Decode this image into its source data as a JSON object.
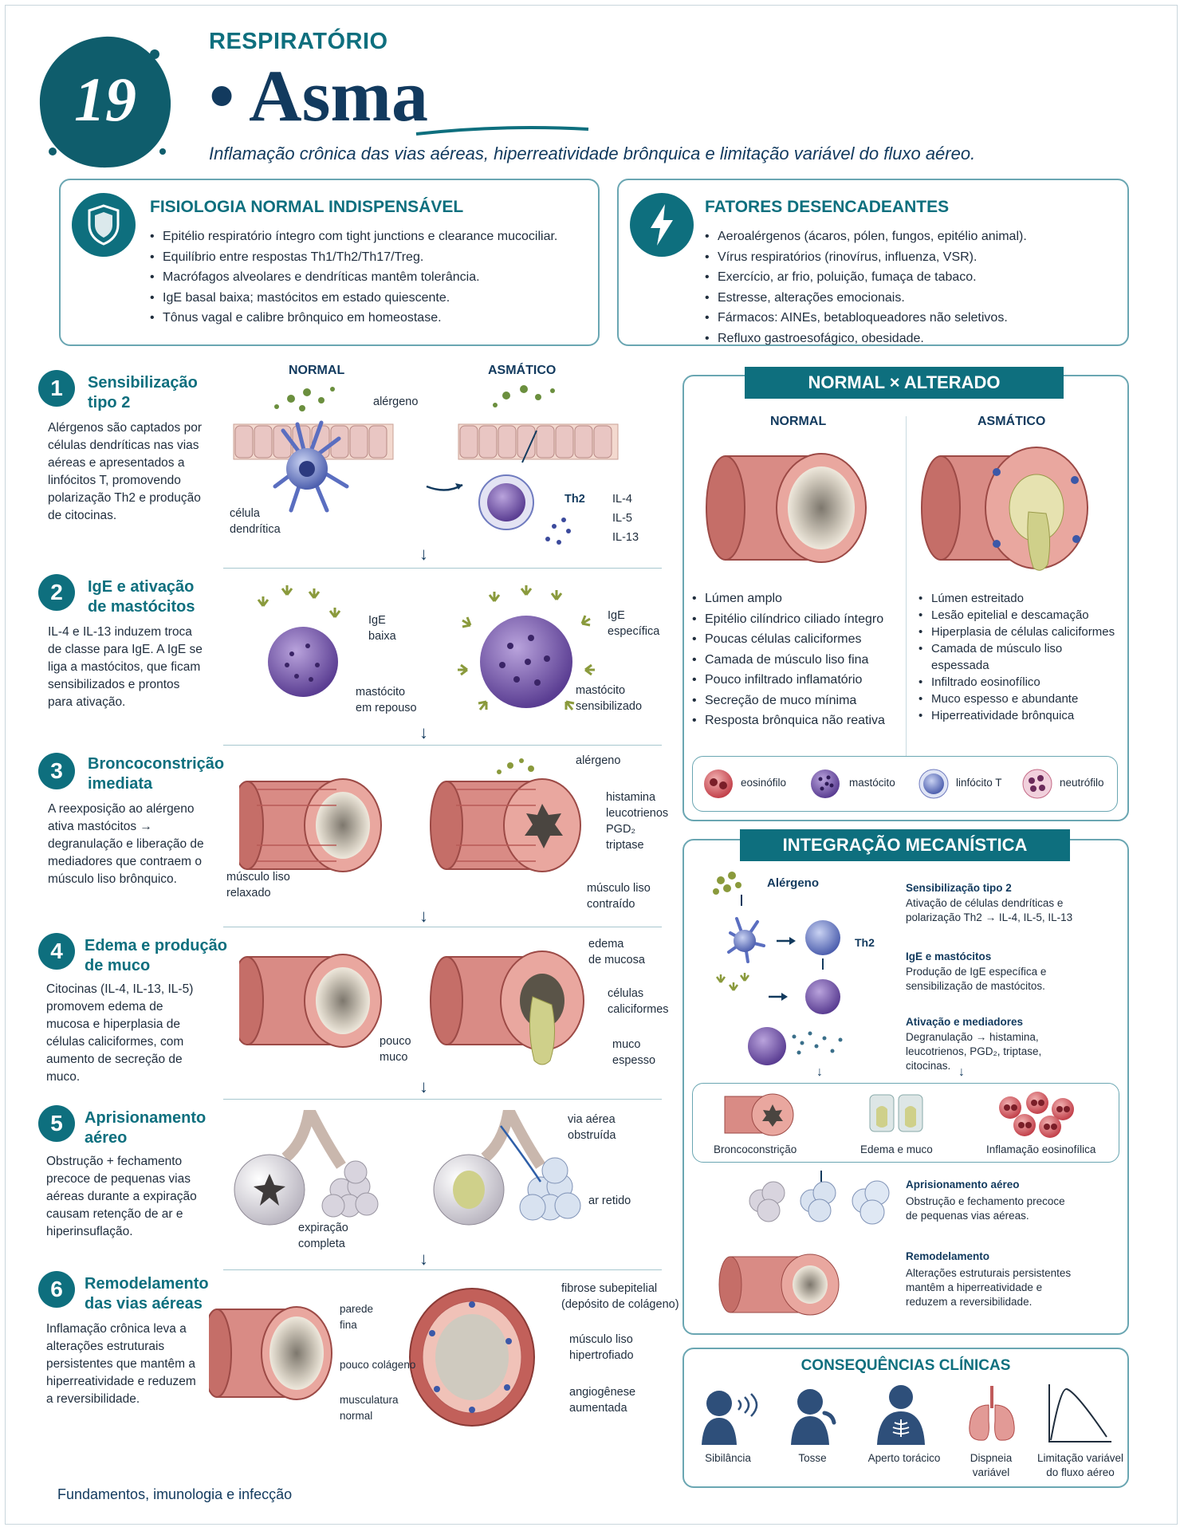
{
  "header": {
    "number": "19",
    "kicker": "RESPIRATÓRIO",
    "title": "• Asma",
    "subtitle": "Inflamação crônica das vias aéreas, hiperreatividade brônquica e limitação variável do fluxo aéreo."
  },
  "fisiologia": {
    "title": "FISIOLOGIA NORMAL INDISPENSÁVEL",
    "icon": "shield-icon",
    "items": [
      "Epitélio respiratório íntegro com tight junctions e clearance mucociliar.",
      "Equilíbrio entre respostas Th1/Th2/Th17/Treg.",
      "Macrófagos alveolares e dendríticas mantêm tolerância.",
      "IgE basal baixa; mastócitos em estado quiescente.",
      "Tônus vagal e calibre brônquico em homeostase."
    ]
  },
  "fatores": {
    "title": "FATORES DESENCADEANTES",
    "icon": "lightning-icon",
    "items": [
      "Aeroalérgenos (ácaros, pólen, fungos, epitélio animal).",
      "Vírus respiratórios (rinovírus, influenza, VSR).",
      "Exercício, ar frio, poluição, fumaça de tabaco.",
      "Estresse, alterações emocionais.",
      "Fármacos: AINEs, betabloqueadores não seletivos.",
      "Refluxo gastroesofágico, obesidade."
    ]
  },
  "columns": {
    "normal": "NORMAL",
    "asmatico": "ASMÁTICO"
  },
  "steps": [
    {
      "num": "1",
      "title1": "Sensibilização",
      "title2": "tipo 2",
      "text": "Alérgenos são captados por células dendríticas nas vias aéreas e apresentados a linfócitos T, promovendo polarização Th2 e produção de citocinas.",
      "labels": [
        "alérgeno",
        "célula",
        "dendrítica",
        "Th2",
        "IL-4",
        "IL-5",
        "IL-13"
      ]
    },
    {
      "num": "2",
      "title1": "IgE e ativação",
      "title2": "de mastócitos",
      "text": "IL-4 e IL-13 induzem troca de classe para IgE. A IgE se liga a mastócitos, que ficam sensibilizados e prontos para ativação.",
      "labels": [
        "IgE",
        "baixa",
        "mastócito",
        "em repouso",
        "IgE",
        "específica",
        "mastócito",
        "sensibilizado"
      ]
    },
    {
      "num": "3",
      "title1": "Broncoconstrição",
      "title2": "imediata",
      "text": "A reexposição ao alérgeno ativa mastócitos → degranulação e liberação de mediadores que contraem o músculo liso brônquico.",
      "labels": [
        "músculo liso",
        "relaxado",
        "alérgeno",
        "histamina",
        "leucotrienos",
        "PGD₂",
        "triptase",
        "músculo liso",
        "contraído"
      ]
    },
    {
      "num": "4",
      "title1": "Edema e produção",
      "title2": "de muco",
      "text": "Citocinas (IL-4, IL-13, IL-5) promovem edema de mucosa e hiperplasia de células caliciformes, com aumento de secreção de muco.",
      "labels": [
        "pouco",
        "muco",
        "edema",
        "de mucosa",
        "células",
        "caliciformes",
        "muco",
        "espesso"
      ]
    },
    {
      "num": "5",
      "title1": "Aprisionamento",
      "title2": "aéreo",
      "text": "Obstrução + fechamento precoce de pequenas vias aéreas durante a expiração causam retenção de ar e hiperinsuflação.",
      "labels": [
        "expiração",
        "completa",
        "via aérea",
        "obstruída",
        "ar retido"
      ]
    },
    {
      "num": "6",
      "title1": "Remodelamento",
      "title2": "das vias aéreas",
      "text": "Inflamação crônica leva a alterações estruturais persistentes que mantêm a hiperreatividade e reduzem a reversibilidade.",
      "labels": [
        "parede",
        "fina",
        "pouco colágeno",
        "musculatura",
        "normal",
        "fibrose subepitelial",
        "(depósito de colágeno)",
        "músculo liso",
        "hipertrofiado",
        "angiogênese",
        "aumentada"
      ]
    }
  ],
  "comparison": {
    "banner": "NORMAL × ALTERADO",
    "normal_head": "NORMAL",
    "asm_head": "ASMÁTICO",
    "normal_items": [
      "Lúmen amplo",
      "Epitélio cilíndrico ciliado íntegro",
      "Poucas células caliciformes",
      "Camada de músculo liso fina",
      "Pouco infiltrado inflamatório",
      "Secreção de muco mínima",
      "Resposta brônquica não reativa"
    ],
    "asm_items": [
      "Lúmen estreitado",
      "Lesão epitelial e descamação",
      "Hiperplasia de células caliciformes",
      "Camada de músculo liso espessada",
      "Infiltrado eosinofílico",
      "Muco espesso e abundante",
      "Hiperreatividade brônquica"
    ],
    "legend": [
      "eosinófilo",
      "mastócito",
      "linfócito T",
      "neutrófilo"
    ],
    "colors": {
      "eosinofilo": "#c8464a",
      "mastocito": "#6a4a9c",
      "linfocito": "#3b58a8",
      "neutrofilo": "#c46a86"
    }
  },
  "integracao": {
    "banner": "INTEGRAÇÃO MECANÍSTICA",
    "alergeno": "Alérgeno",
    "th2": "Th2",
    "blocks": [
      {
        "title": "Sensibilização tipo 2",
        "text1": "Ativação de células dendríticas e",
        "text2": "polarização Th2 → IL-4, IL-5, IL-13"
      },
      {
        "title": "IgE e mastócitos",
        "text1": "Produção de IgE específica e",
        "text2": "sensibilização de mastócitos."
      },
      {
        "title": "Ativação e mediadores",
        "text1": "Degranulação → histamina,",
        "text2": "leucotrienos, PGD₂, triptase,",
        "text3": "citocinas."
      }
    ],
    "effects": [
      "Broncoconstrição",
      "Edema e muco",
      "Inflamação eosinofílica"
    ],
    "aprisionamento": {
      "title": "Aprisionamento aéreo",
      "text1": "Obstrução e fechamento precoce",
      "text2": "de pequenas vias aéreas."
    },
    "remodelamento": {
      "title": "Remodelamento",
      "text1": "Alterações estruturais persistentes",
      "text2": "mantêm a hiperreatividade e",
      "text3": "reduzem a reversibilidade."
    }
  },
  "consequencias": {
    "title": "CONSEQUÊNCIAS CLÍNICAS",
    "items": [
      {
        "label1": "Sibilância",
        "label2": "",
        "icon": "wheeze-icon"
      },
      {
        "label1": "Tosse",
        "label2": "",
        "icon": "cough-icon"
      },
      {
        "label1": "Aperto torácico",
        "label2": "",
        "icon": "chest-icon"
      },
      {
        "label1": "Dispneia",
        "label2": "variável",
        "icon": "lungs-icon"
      },
      {
        "label1": "Limitação variável",
        "label2": "do fluxo aéreo",
        "icon": "flow-curve-icon"
      }
    ]
  },
  "footer": "Fundamentos, imunologia e infecção",
  "palette": {
    "teal": "#0e6f7e",
    "navy": "#123a5e",
    "tissue": "#c86b6b",
    "lumen": "#d9d2c5"
  }
}
